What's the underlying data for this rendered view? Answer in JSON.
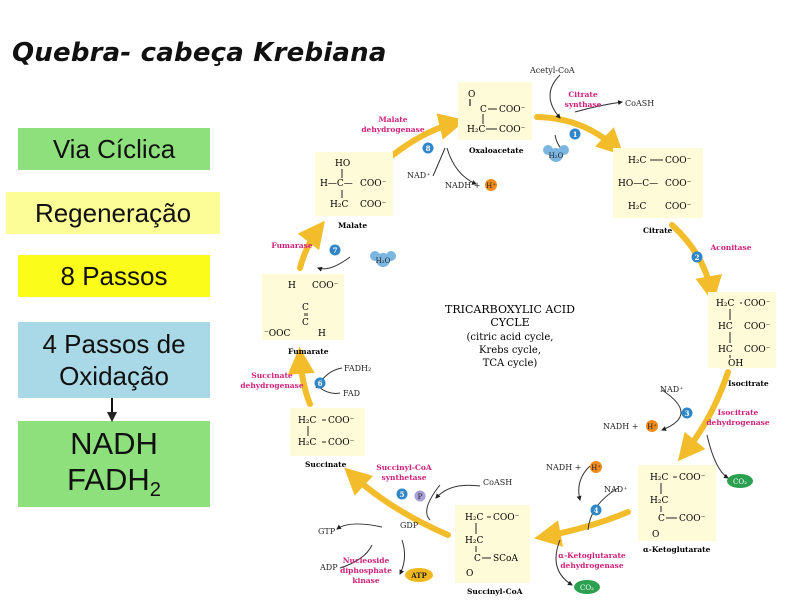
{
  "title": "Quebra- cabeça Krebiana",
  "boxes": {
    "via_ciclica": "Via Cíclica",
    "regeneracao": "Regeneração",
    "oito_passos": "8 Passos",
    "quatro_passos_l1": "4 Passos de",
    "quatro_passos_l2": "Oxidação",
    "nadh": "NADH",
    "fadh_base": "FADH",
    "fadh_sub": "2"
  },
  "colors": {
    "arrow": "#f2bc2a",
    "box_green": "#8ee07c",
    "box_light_yellow": "#fdfd98",
    "box_yellow": "#fcfc1a",
    "box_blue": "#a9d8e6",
    "molecule_bg": "#fefbd8",
    "enzyme": "#d1207a",
    "step_badge": "#2f86c8"
  },
  "cycle": {
    "center_title_l1": "TRICARBOXYLIC ACID",
    "center_title_l2": "CYCLE",
    "center_sub_l1": "(citric acid cycle,",
    "center_sub_l2": "Krebs cycle,",
    "center_sub_l3": "TCA cycle)",
    "molecules": {
      "oxaloacetate": "Oxaloacetate",
      "citrate": "Citrate",
      "isocitrate": "Isocitrate",
      "ketoglutarate": "α-Ketoglutarate",
      "succinyl_coa": "Succinyl-CoA",
      "succinate": "Succinate",
      "fumarate": "Fumarate",
      "malate": "Malate"
    },
    "enzymes": {
      "citrate_synthase_l1": "Citrate",
      "citrate_synthase_l2": "synthase",
      "aconitase": "Aconitase",
      "isocitrate_dh_l1": "Isocitrate",
      "isocitrate_dh_l2": "dehydrogenase",
      "akg_dh_l1": "α-Ketoglutarate",
      "akg_dh_l2": "dehydrogenase",
      "succinyl_coa_synthetase_l1": "Succinyl-CoA",
      "succinyl_coa_synthetase_l2": "synthetase",
      "nucleoside_l1": "Nucleoside",
      "nucleoside_l2": "diphosphate",
      "nucleoside_l3": "kinase",
      "succinate_dh_l1": "Succinate",
      "succinate_dh_l2": "dehydrogenase",
      "fumarase": "Fumarase",
      "malate_dh_l1": "Malate",
      "malate_dh_l2": "dehydrogenase"
    },
    "cofactors": {
      "acetyl_coa": "Acetyl-CoA",
      "coash": "CoASH",
      "water": "H₂O",
      "nad": "NAD⁺",
      "nadh": "NADH +",
      "h_plus": "H⁺",
      "co2": "CO₂",
      "gtp": "GTP",
      "gdp": "GDP",
      "adp": "ADP",
      "atp": "ATP",
      "p": "P",
      "fadh2": "FADH₂",
      "fad": "FAD"
    },
    "steps": [
      "1",
      "2",
      "3",
      "4",
      "5",
      "6",
      "7",
      "8"
    ],
    "struct": {
      "coo": "COO⁻",
      "c": "C",
      "o": "O",
      "ch2": "H₂C",
      "hc": "HC",
      "ho": "HO",
      "oh": "OH",
      "h": "H",
      "ho_c": "HO—C—",
      "h_c": "H—C—",
      "scoa": "SCoA",
      "ooc": "⁻OOC"
    }
  }
}
